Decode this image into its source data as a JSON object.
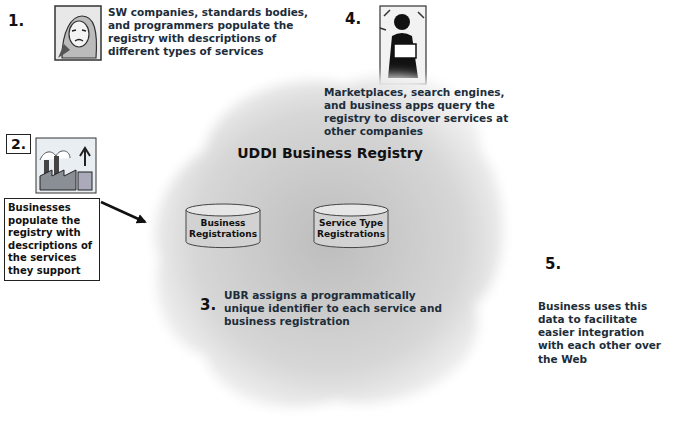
{
  "diagram": {
    "nodes": [
      {
        "text": [
          "UDDI Business Registry"
        ]
      },
      {
        "text": [
          "Business Registrations"
        ],
        "in": 0
      },
      {
        "text": [
          "Service Type Registrations"
        ],
        "in": 0
      },
      {
        "text": [
          "2."
        ]
      },
      {
        "text": [
          "Businesses populate the registry with descriptions of the services they support"
        ]
      }
    ],
    "edges": [
      {
        "from": 4,
        "to": 0,
        "arrow": "to"
      }
    ],
    "labels": [
      "1.",
      "SW companies, standards bodies, and programmers populate the registry with descriptions of different types of services",
      "4.",
      "Marketplaces, search engines, and business apps query the registry to discover services at other companies",
      "3.",
      "UBR assigns a programmatically unique identifier to each service and business registration",
      "5.",
      "Business uses this data to facilitate easier integration with each other over the Web"
    ]
  }
}
